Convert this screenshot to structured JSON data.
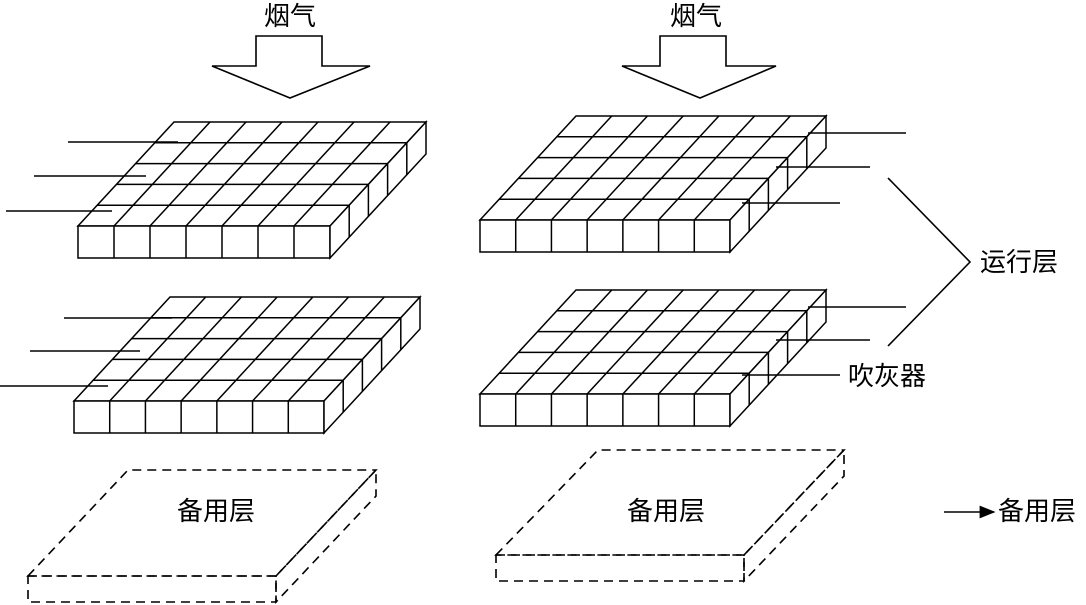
{
  "labels": {
    "flue_gas_left": "烟气",
    "flue_gas_right": "烟气",
    "standby_left": "备用层",
    "standby_right": "备用层",
    "operating_layer": "运行层",
    "soot_blower": "吹灰器",
    "standby_legend": "备用层"
  },
  "catalyst_grid": {
    "columns": 7,
    "rows": 5
  },
  "colors": {
    "stroke": "#000000",
    "background": "#ffffff"
  }
}
